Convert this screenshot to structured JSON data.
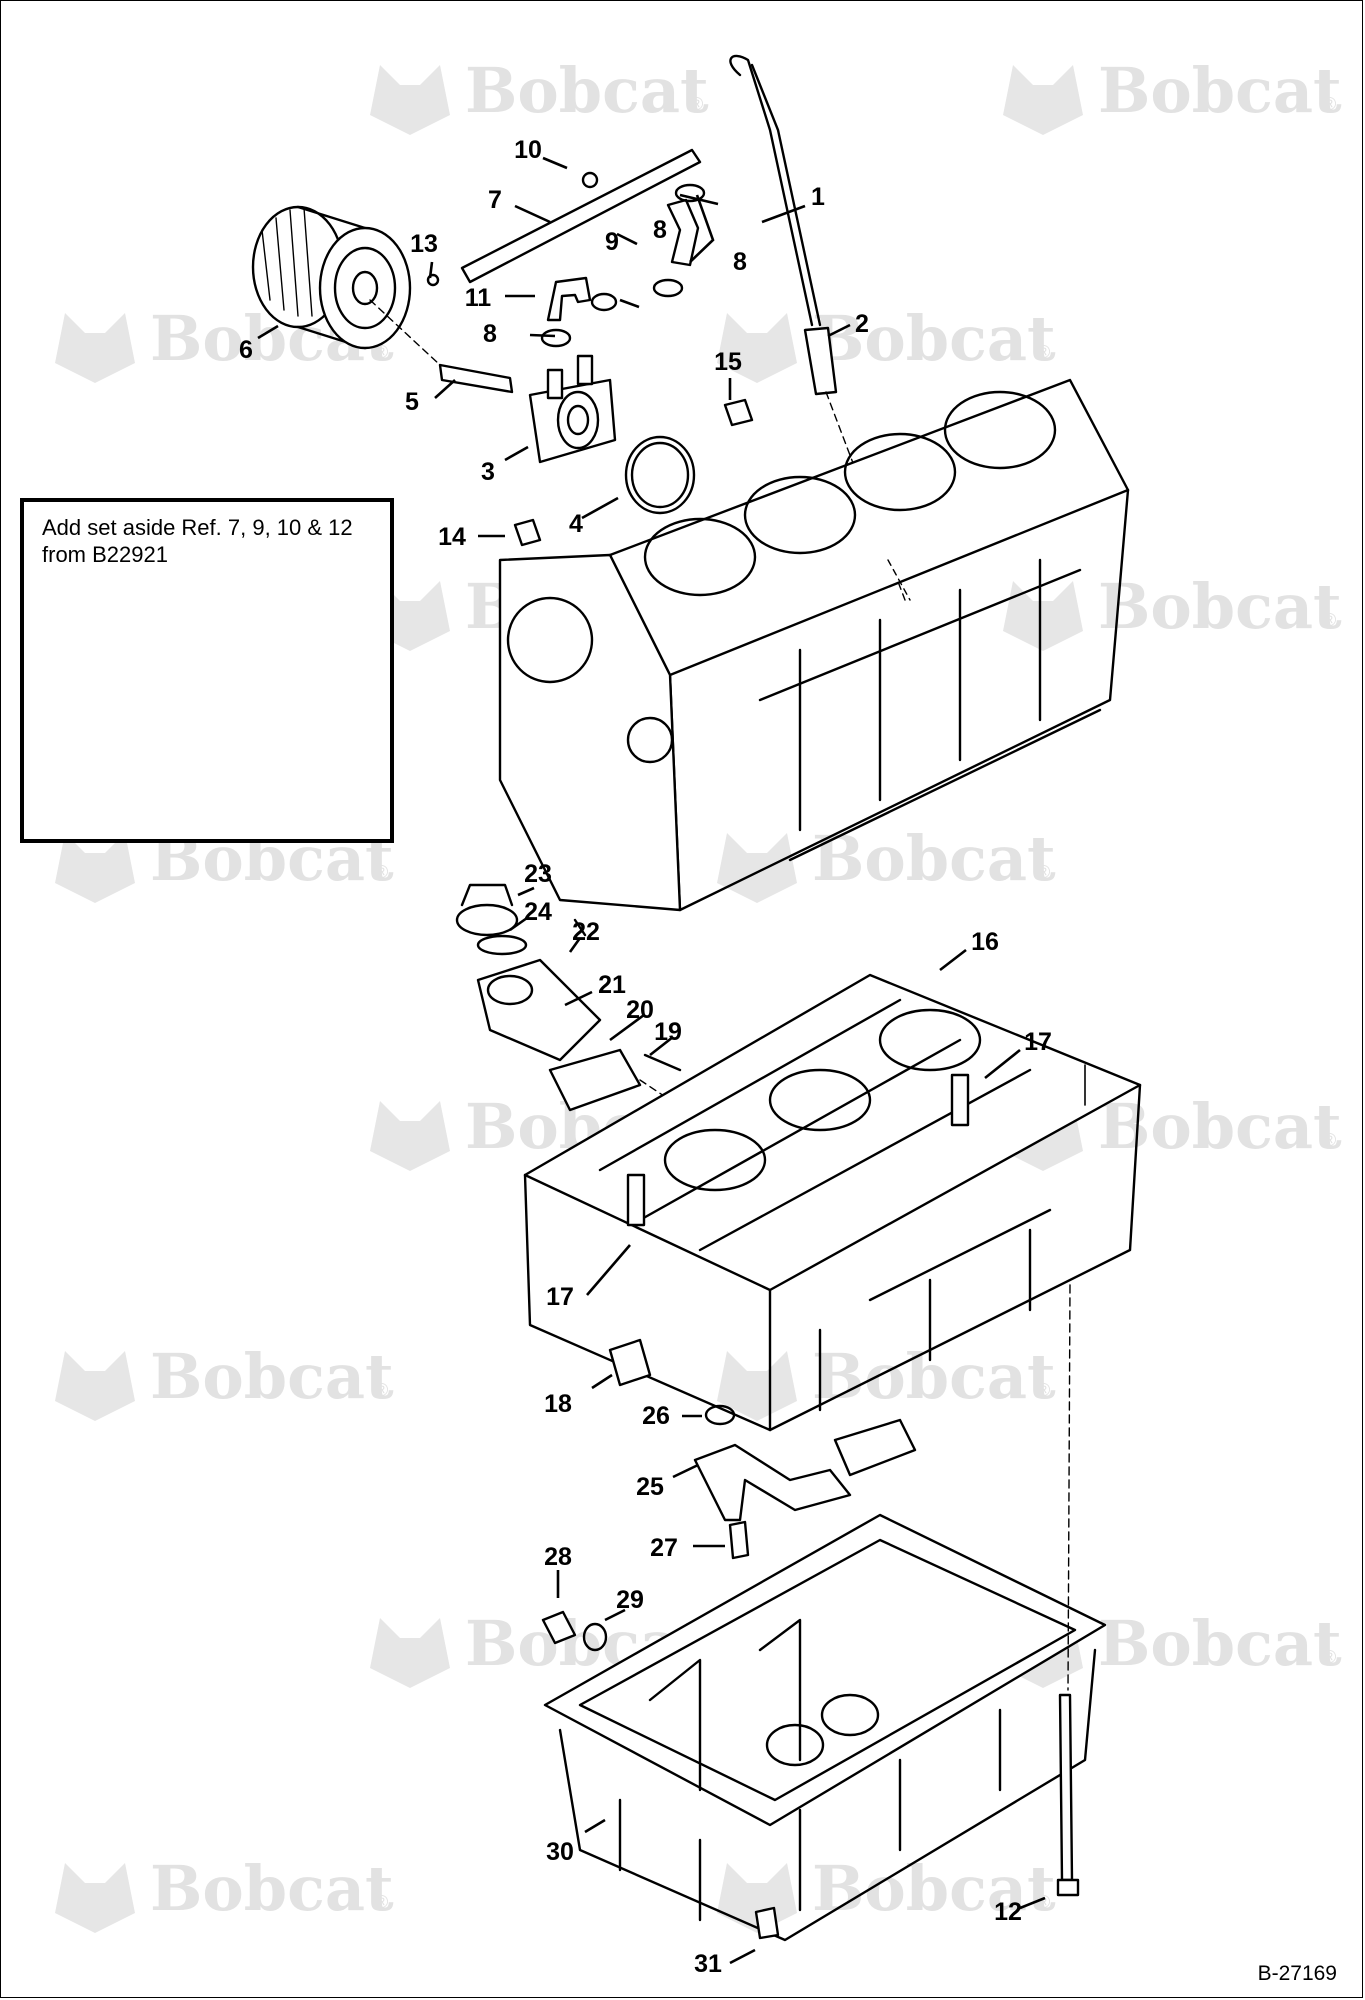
{
  "watermark": {
    "text": "Bobcat",
    "trademark": "®"
  },
  "note": {
    "text": "Add set aside Ref. 7, 9, 10 & 12 from B22921"
  },
  "figure_id": "B-27169",
  "callouts": [
    "1",
    "2",
    "3",
    "4",
    "5",
    "6",
    "7",
    "8",
    "8",
    "8",
    "9",
    "10",
    "11",
    "12",
    "13",
    "14",
    "15",
    "16",
    "17",
    "17",
    "18",
    "19",
    "20",
    "21",
    "22",
    "23",
    "24",
    "25",
    "26",
    "27",
    "28",
    "29",
    "30",
    "31"
  ]
}
